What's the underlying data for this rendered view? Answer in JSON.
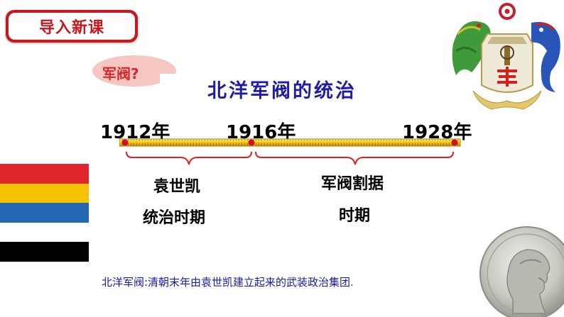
{
  "badge": {
    "label": "导入新课"
  },
  "oval_text": "军阀?",
  "title": "北洋军阀的统治",
  "timeline": {
    "years": [
      "1912年",
      "1916年",
      "1928年"
    ],
    "periods": [
      {
        "line1": "袁世凯",
        "line2": "统治时期"
      },
      {
        "line1": "军阀割据",
        "line2": "时期"
      }
    ]
  },
  "flag": {
    "stripes": [
      "#e0262b",
      "#f5c300",
      "#2367b3",
      "#ffffff",
      "#000000"
    ]
  },
  "definition": "北洋军阀:清朝末年由袁世凯建立起来的武装政治集团."
}
